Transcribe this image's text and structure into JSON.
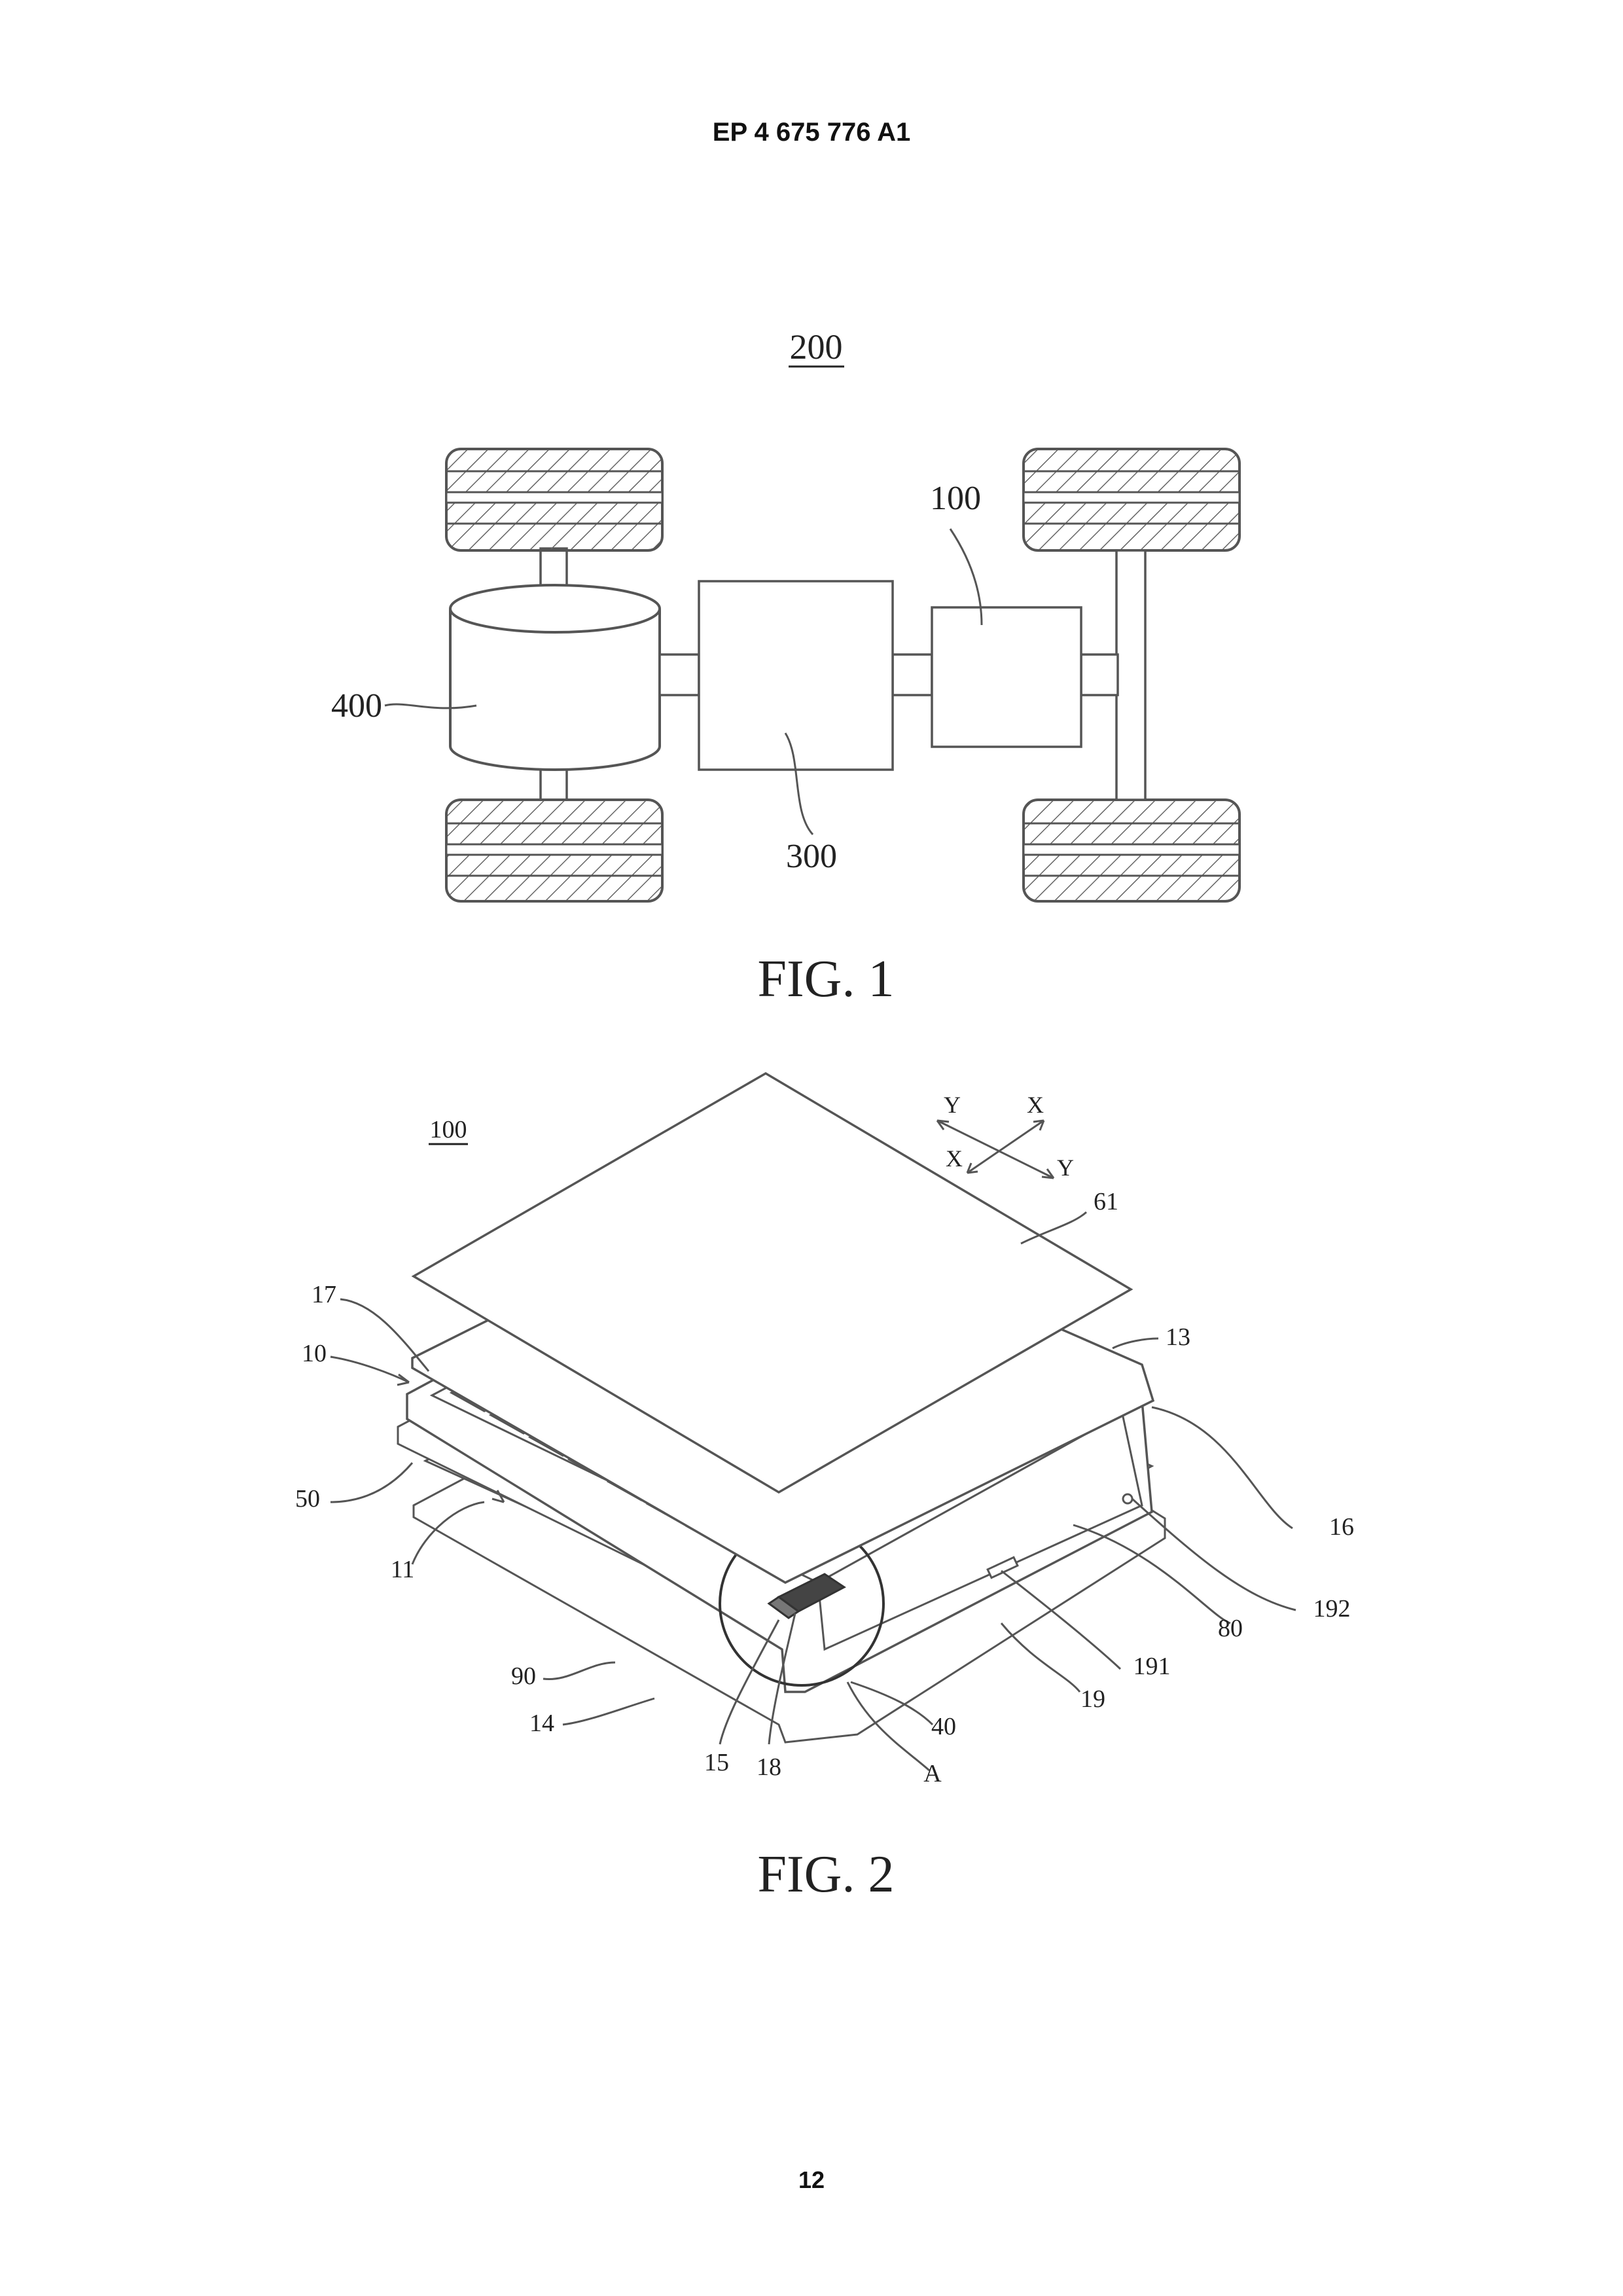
{
  "header": {
    "doc_number": "EP 4 675 776 A1"
  },
  "fig1": {
    "ref_vehicle": "200",
    "ref_battery": "100",
    "ref_motor": "300",
    "ref_controller": "400",
    "caption": "FIG. 1"
  },
  "fig2": {
    "ref_battery": "100",
    "axis": {
      "y_top": "Y",
      "x_top": "X",
      "x_bottom": "X",
      "y_bottom": "Y"
    },
    "labels": {
      "l61": "61",
      "l13": "13",
      "l17": "17",
      "l10": "10",
      "l16": "16",
      "l50": "50",
      "l11": "11",
      "l192": "192",
      "l80": "80",
      "l191": "191",
      "l90": "90",
      "l19": "19",
      "l40": "40",
      "l14": "14",
      "l15": "15",
      "l18": "18",
      "lA": "A"
    },
    "caption": "FIG. 2"
  },
  "footer": {
    "page_number": "12"
  }
}
